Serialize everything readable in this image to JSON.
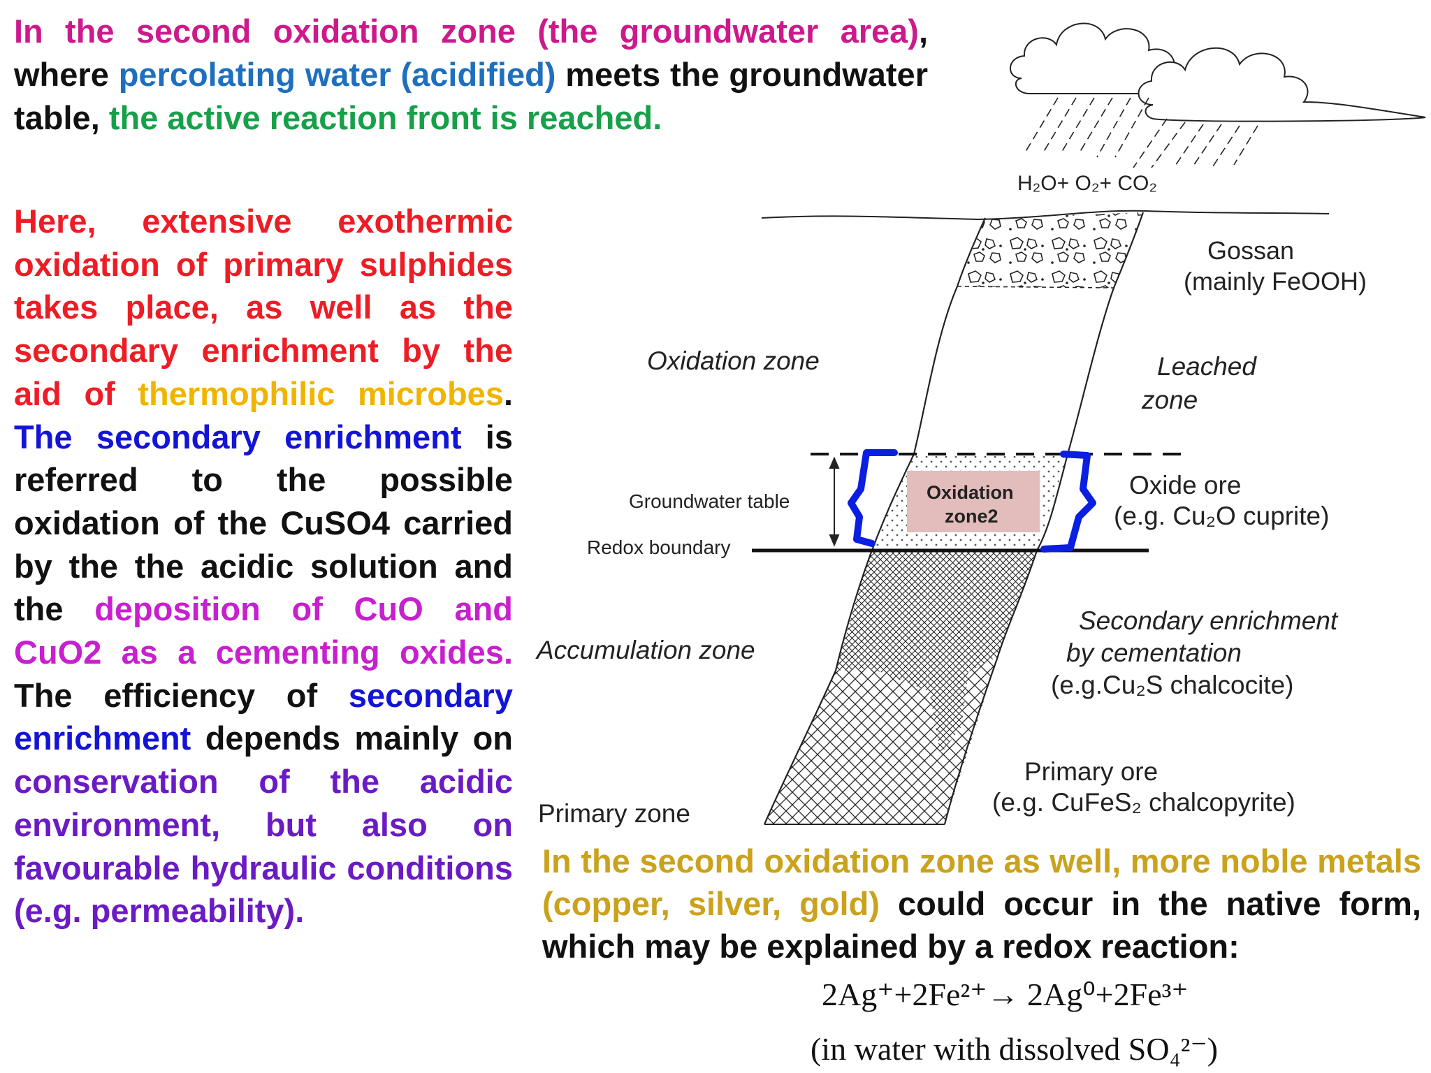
{
  "colors": {
    "magenta": "#cc1a8c",
    "black": "#111111",
    "blue_light": "#1f6fbf",
    "green": "#17a04a",
    "red": "#ee1c25",
    "gold": "#f0b400",
    "blue": "#1414d6",
    "purple_magenta": "#c81fcf",
    "violet": "#6a1bc4",
    "olive_gold": "#caa21c",
    "bracket_blue": "#0a1fe0",
    "box_pink": "#e3bcbc"
  },
  "para1": [
    {
      "text": "In the second oxidation zone (the groundwater area)",
      "color": "magenta"
    },
    {
      "text": ", where ",
      "color": "black"
    },
    {
      "text": "percolating water (acidified)",
      "color": "blue_light"
    },
    {
      "text": " meets the groundwater table, ",
      "color": "black"
    },
    {
      "text": "the active reaction front is reached.",
      "color": "green"
    }
  ],
  "para2": [
    {
      "text": "Here, extensive exothermic oxidation of primary sulphides takes place, as well as the secondary enrichment by the aid of ",
      "color": "red"
    },
    {
      "text": "thermophilic microbes",
      "color": "gold"
    },
    {
      "text": ". ",
      "color": "black"
    },
    {
      "text": "The secondary enrichment",
      "color": "blue"
    },
    {
      "text": " is referred to the possible oxidation of the CuSO4 carried by the the acidic solution and the ",
      "color": "black"
    },
    {
      "text": "deposition of CuO and CuO2 as a cementing oxides.",
      "color": "purple_magenta"
    },
    {
      "text": " The efficiency of ",
      "color": "black"
    },
    {
      "text": "secondary enrichment",
      "color": "blue"
    },
    {
      "text": " depends mainly on ",
      "color": "black"
    },
    {
      "text": "conservation of the acidic environment, but also on favourable hydraulic conditions (e.g. permeability).",
      "color": "violet"
    }
  ],
  "para3": [
    {
      "text": "In the second oxidation zone as well, more noble metals (copper, silver, gold)",
      "color": "olive_gold"
    },
    {
      "text": " could occur in the native form, which may be explained by a redox reaction:",
      "color": "black"
    }
  ],
  "diagram": {
    "atmosphere_label": "H₂O+ O₂+ CO₂",
    "gossan": "Gossan",
    "gossan_sub": "(mainly FeOOH)",
    "oxidation_zone": "Oxidation zone",
    "leached_1": "Leached",
    "leached_2": "zone",
    "groundwater_table": "Groundwater table",
    "redox_boundary": "Redox boundary",
    "oxidation_zone2_1": "Oxidation",
    "oxidation_zone2_2": "zone2",
    "oxide_ore": "Oxide ore",
    "oxide_ore_sub": "(e.g. Cu₂O  cuprite)",
    "accumulation_zone": "Accumulation zone",
    "secondary_1": "Secondary enrichment",
    "secondary_2": "by cementation",
    "secondary_3": "(e.g.Cu₂S  chalcocite)",
    "primary_zone": "Primary zone",
    "primary_ore": "Primary ore",
    "primary_ore_sub": "(e.g. CuFeS₂ chalcopyrite)"
  },
  "equation": {
    "reaction": "2Ag⁺+2Fe²⁺→ 2Ag⁰+2Fe³⁺",
    "condition": "(in water with dissolved SO₄²⁻)"
  }
}
